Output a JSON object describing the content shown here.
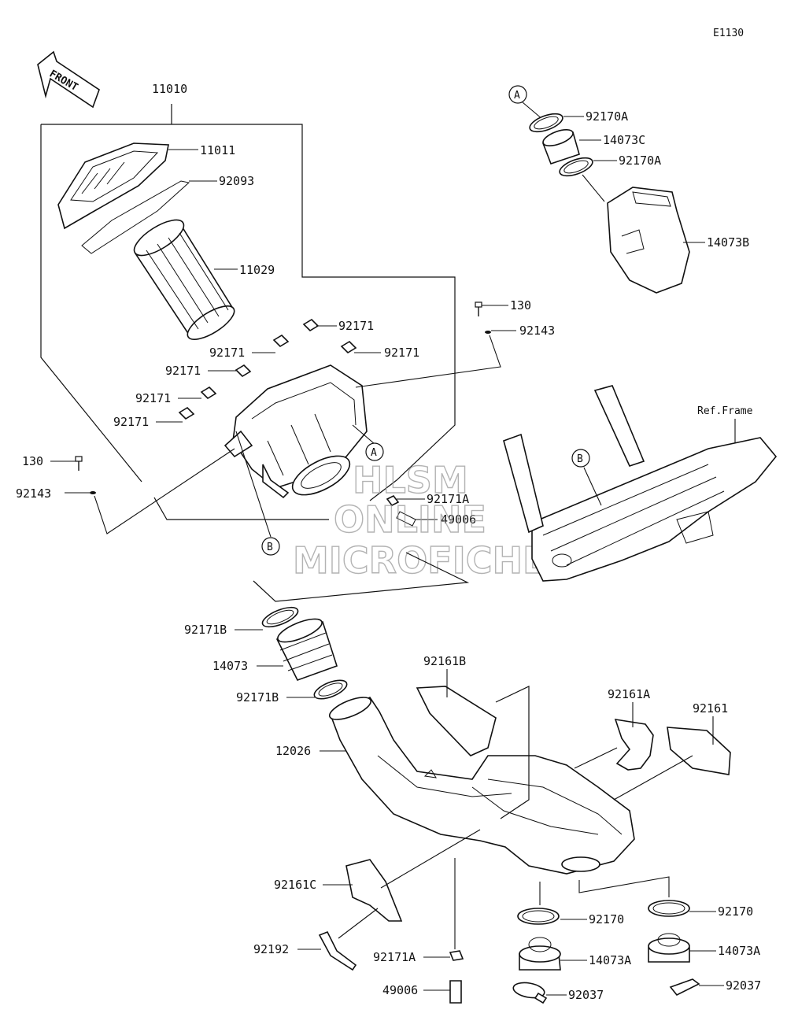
{
  "diagram_code": "E1130",
  "front_label": "FRONT",
  "ref_frame_label": "Ref.Frame",
  "watermark": [
    "HLSM",
    "ONLINE",
    "MICROFICHE"
  ],
  "callouts": {
    "A": "A",
    "B": "B"
  },
  "part_numbers": {
    "p11010": "11010",
    "p11011": "11011",
    "p92093": "92093",
    "p11029": "11029",
    "p92171_1": "92171",
    "p92171_2": "92171",
    "p92171_3": "92171",
    "p92171_4": "92171",
    "p92171_5": "92171",
    "p92171_6": "92171",
    "p130_top": "130",
    "p92143_top": "92143",
    "p130_left": "130",
    "p92143_left": "92143",
    "p92171A_top": "92171A",
    "p49006_top": "49006",
    "p92170A_1": "92170A",
    "p14073C": "14073C",
    "p92170A_2": "92170A",
    "p14073B": "14073B",
    "p92171B_1": "92171B",
    "p14073": "14073",
    "p92171B_2": "92171B",
    "p12026": "12026",
    "p92161B": "92161B",
    "p92161A": "92161A",
    "p92161": "92161",
    "p92161C": "92161C",
    "p92192": "92192",
    "p92171A_bot": "92171A",
    "p49006_bot": "49006",
    "p92170_1": "92170",
    "p14073A_1": "14073A",
    "p92037_1": "92037",
    "p92170_2": "92170",
    "p14073A_2": "14073A",
    "p92037_2": "92037"
  }
}
